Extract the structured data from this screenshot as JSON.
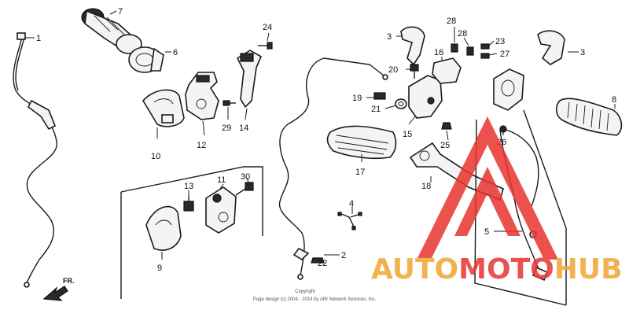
{
  "diagram": {
    "parts": [
      {
        "id": "1",
        "label": "1"
      },
      {
        "id": "2",
        "label": "2"
      },
      {
        "id": "3a",
        "label": "3"
      },
      {
        "id": "3b",
        "label": "3"
      },
      {
        "id": "4",
        "label": "4"
      },
      {
        "id": "5",
        "label": "5"
      },
      {
        "id": "6",
        "label": "6"
      },
      {
        "id": "7",
        "label": "7"
      },
      {
        "id": "8",
        "label": "8"
      },
      {
        "id": "9",
        "label": "9"
      },
      {
        "id": "10",
        "label": "10"
      },
      {
        "id": "11",
        "label": "11"
      },
      {
        "id": "12",
        "label": "12"
      },
      {
        "id": "13",
        "label": "13"
      },
      {
        "id": "14",
        "label": "14"
      },
      {
        "id": "15",
        "label": "15"
      },
      {
        "id": "16",
        "label": "16"
      },
      {
        "id": "17",
        "label": "17"
      },
      {
        "id": "18",
        "label": "18"
      },
      {
        "id": "19",
        "label": "19"
      },
      {
        "id": "20",
        "label": "20"
      },
      {
        "id": "21",
        "label": "21"
      },
      {
        "id": "22",
        "label": "22"
      },
      {
        "id": "23",
        "label": "23"
      },
      {
        "id": "24",
        "label": "24"
      },
      {
        "id": "25",
        "label": "25"
      },
      {
        "id": "26",
        "label": "26"
      },
      {
        "id": "27",
        "label": "27"
      },
      {
        "id": "28a",
        "label": "28"
      },
      {
        "id": "28b",
        "label": "28"
      },
      {
        "id": "29",
        "label": "29"
      },
      {
        "id": "30",
        "label": "30"
      }
    ],
    "direction_label": "FR.",
    "copyright_line1": "Copyright",
    "copyright_line2": "Page design (c) 2004 - 2014 by ARI Network Services, Inc."
  },
  "watermark": {
    "brand_part1": "AUTO",
    "brand_part2": "MOTO",
    "brand_part3": "HUB",
    "color_red": "#e8332f",
    "color_orange": "#f2a531"
  }
}
